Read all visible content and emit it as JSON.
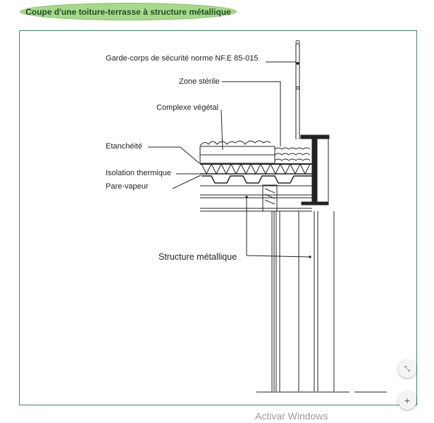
{
  "header": {
    "title": "Coupe d'une toiture-terrasse à structure métallique"
  },
  "diagram": {
    "labels": {
      "guardrail": "Garde-corps de sécurité norme NF.E 85-015",
      "sterile_zone": "Zone stérile",
      "vegetal": "Complexe végétal",
      "waterproofing": "Etanchéité",
      "insulation": "Isolation thermique",
      "vapor_barrier": "Pare-vapeur",
      "structure": "Structure métallique"
    }
  },
  "controls": {
    "collapse_icon": "collapse-icon",
    "zoom_in_label": "+"
  },
  "watermark": "Activar Windows",
  "colors": {
    "accent": "#a8d88a",
    "frame": "#3f8a5a",
    "title_text": "#1d4f2a"
  }
}
